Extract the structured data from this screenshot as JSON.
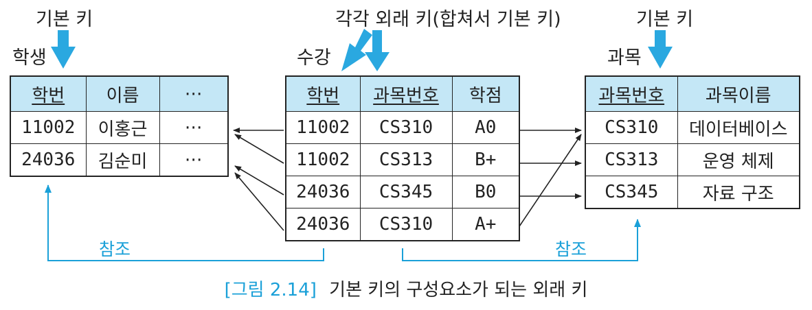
{
  "labels": {
    "pk_left": "기본 키",
    "pk_right": "기본 키",
    "fk_middle": "각각 외래 키(합쳐서 기본 키)"
  },
  "tables": {
    "student": {
      "name": "학생",
      "columns": [
        "학번",
        "이름",
        "⋯"
      ],
      "rows": [
        [
          "11002",
          "이홍근",
          "⋯"
        ],
        [
          "24036",
          "김순미",
          "⋯"
        ]
      ]
    },
    "enrollment": {
      "name": "수강",
      "columns": [
        "학번",
        "과목번호",
        "학점"
      ],
      "rows": [
        [
          "11002",
          "CS310",
          "A0"
        ],
        [
          "11002",
          "CS313",
          "B+"
        ],
        [
          "24036",
          "CS345",
          "B0"
        ],
        [
          "24036",
          "CS310",
          "A+"
        ]
      ]
    },
    "course": {
      "name": "과목",
      "columns": [
        "과목번호",
        "과목이름"
      ],
      "rows": [
        [
          "CS310",
          "데이터베이스"
        ],
        [
          "CS313",
          "운영 체제"
        ],
        [
          "CS345",
          "자료 구조"
        ]
      ]
    }
  },
  "references": {
    "left": "참조",
    "right": "참조"
  },
  "caption": {
    "number": "[그림 2.14]",
    "text": "기본 키의 구성요소가 되는 외래 키"
  },
  "colors": {
    "accent": "#1aa0d8",
    "header_fill": "#c4e7f6",
    "line": "#222222"
  }
}
